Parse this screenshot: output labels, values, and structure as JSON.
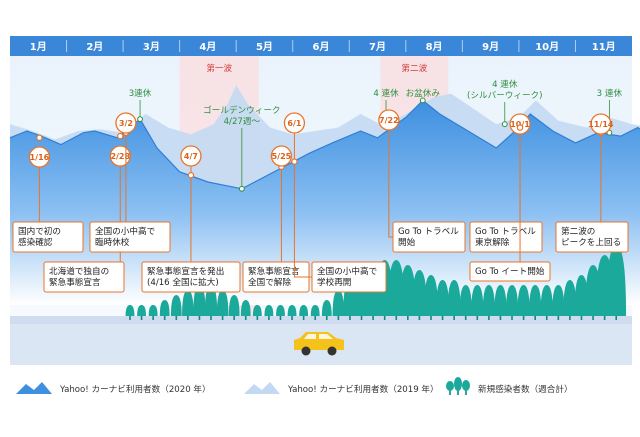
{
  "chart_data": {
    "type": "area",
    "x": [
      "1月",
      "2月",
      "3月",
      "4月",
      "5月",
      "6月",
      "7月",
      "8月",
      "9月",
      "10月",
      "11月"
    ],
    "series": [
      {
        "name": "Yahoo! カーナビ利用者数（2020 年）",
        "color": "#3f8fe0",
        "points": [
          [
            0.0,
            0.66
          ],
          [
            0.3,
            0.7
          ],
          [
            0.55,
            0.67
          ],
          [
            0.9,
            0.62
          ],
          [
            1.3,
            0.69
          ],
          [
            1.5,
            0.7
          ],
          [
            1.9,
            0.66
          ],
          [
            2.3,
            0.77
          ],
          [
            2.6,
            0.6
          ],
          [
            3.0,
            0.46
          ],
          [
            3.5,
            0.4
          ],
          [
            4.1,
            0.36
          ],
          [
            4.5,
            0.43
          ],
          [
            4.9,
            0.5
          ],
          [
            5.3,
            0.57
          ],
          [
            5.7,
            0.63
          ],
          [
            6.2,
            0.7
          ],
          [
            6.5,
            0.66
          ],
          [
            7.0,
            0.78
          ],
          [
            7.3,
            0.88
          ],
          [
            7.6,
            0.8
          ],
          [
            8.1,
            0.7
          ],
          [
            8.6,
            0.6
          ],
          [
            9.0,
            0.72
          ],
          [
            9.2,
            0.8
          ],
          [
            9.6,
            0.7
          ],
          [
            10.0,
            0.63
          ],
          [
            10.4,
            0.69
          ],
          [
            10.8,
            0.67
          ],
          [
            11.1,
            0.72
          ],
          [
            11.5,
            0.65
          ]
        ]
      },
      {
        "name": "Yahoo! カーナビ利用者数（2019 年）",
        "color": "#c3d9f2",
        "points": [
          [
            0.0,
            0.74
          ],
          [
            0.4,
            0.7
          ],
          [
            0.8,
            0.65
          ],
          [
            1.2,
            0.7
          ],
          [
            1.6,
            0.71
          ],
          [
            2.0,
            0.69
          ],
          [
            2.4,
            0.8
          ],
          [
            2.8,
            0.72
          ],
          [
            3.2,
            0.68
          ],
          [
            3.6,
            0.74
          ],
          [
            3.85,
            0.86
          ],
          [
            4.0,
            0.97
          ],
          [
            4.2,
            0.86
          ],
          [
            4.6,
            0.72
          ],
          [
            5.0,
            0.68
          ],
          [
            5.4,
            0.7
          ],
          [
            5.8,
            0.72
          ],
          [
            6.2,
            0.8
          ],
          [
            6.6,
            0.73
          ],
          [
            7.0,
            0.8
          ],
          [
            7.5,
            0.9
          ],
          [
            7.8,
            0.92
          ],
          [
            8.2,
            0.83
          ],
          [
            8.6,
            0.74
          ],
          [
            9.0,
            0.78
          ],
          [
            9.3,
            0.88
          ],
          [
            9.7,
            0.76
          ],
          [
            10.2,
            0.72
          ],
          [
            10.6,
            0.78
          ],
          [
            11.0,
            0.74
          ],
          [
            11.5,
            0.71
          ]
        ]
      },
      {
        "name": "新規感染者数（週合計）",
        "color": "#1aa99a",
        "weekly": [
          0,
          0,
          0,
          0,
          0,
          0,
          0,
          0,
          0,
          1,
          1,
          1,
          2,
          3,
          4,
          5,
          5,
          4,
          3,
          2,
          1,
          1,
          1,
          1,
          1,
          1,
          2,
          4,
          6,
          8,
          9,
          10,
          10,
          9,
          8,
          7,
          6,
          6,
          5,
          5,
          5,
          5,
          5,
          5,
          5,
          5,
          5,
          6,
          7,
          9,
          11,
          13
        ]
      }
    ],
    "events": [
      {
        "date": "1/16",
        "x": 0.52,
        "lineValue": 0.66,
        "label": "国内で初の\n感染確認"
      },
      {
        "date": "2/28",
        "x": 1.95,
        "lineValue": 0.67,
        "label": "北海道で独自の\n緊急事態宣言"
      },
      {
        "date": "3/2",
        "x": 2.05,
        "lineValue": 0.69,
        "label": "全国の小中高で\n臨時休校"
      },
      {
        "date": "4/7",
        "x": 3.2,
        "lineValue": 0.44,
        "label": "緊急事態宣言を発出\n(4/16 全国に拡大)"
      },
      {
        "date": "5/25",
        "x": 4.8,
        "lineValue": 0.49,
        "label": "緊急事態宣言\n全国で解除"
      },
      {
        "date": "6/1",
        "x": 5.03,
        "lineValue": 0.52,
        "label": "全国の小中高で\n学校再開"
      },
      {
        "date": "7/22",
        "x": 6.7,
        "lineValue": 0.74,
        "label": "Go To トラベル\n開始"
      },
      {
        "date": "10/1",
        "x": 9.02,
        "lineValue": 0.72,
        "label": "Go To トラベル\n東京解除"
      },
      {
        "date": "10/1",
        "x": 9.02,
        "lineValue": 0.72,
        "label": "Go To イート開始"
      },
      {
        "date": "11/14",
        "x": 10.45,
        "lineValue": 0.69,
        "label": "第二波の\nピークを上回る"
      }
    ],
    "holidays": [
      {
        "label": "3連休",
        "x": 2.3,
        "lineValue": 0.77
      },
      {
        "label": "ゴールデンウィーク\n4/27週〜",
        "x": 4.1,
        "lineValue": 0.36
      },
      {
        "label": "4 連休",
        "x": 6.65,
        "lineValue": 0.78
      },
      {
        "label": "お盆休み",
        "x": 7.3,
        "lineValue": 0.88
      },
      {
        "label": "4 連休\n(シルバーウィーク)",
        "x": 8.75,
        "lineValue": 0.74
      },
      {
        "label": "3 連休",
        "x": 10.6,
        "lineValue": 0.69
      }
    ],
    "waves": [
      {
        "label": "第一波",
        "from": 3.0,
        "to": 4.4
      },
      {
        "label": "第二波",
        "from": 6.55,
        "to": 7.75
      }
    ],
    "legend": [
      {
        "label": "Yahoo! カーナビ利用者数（2020 年）",
        "color": "#3f8fe0"
      },
      {
        "label": "Yahoo! カーナビ利用者数（2019 年）",
        "color": "#c3d9f2"
      },
      {
        "label": "新規感染者数（週合計）",
        "color": "#1aa99a"
      }
    ]
  }
}
